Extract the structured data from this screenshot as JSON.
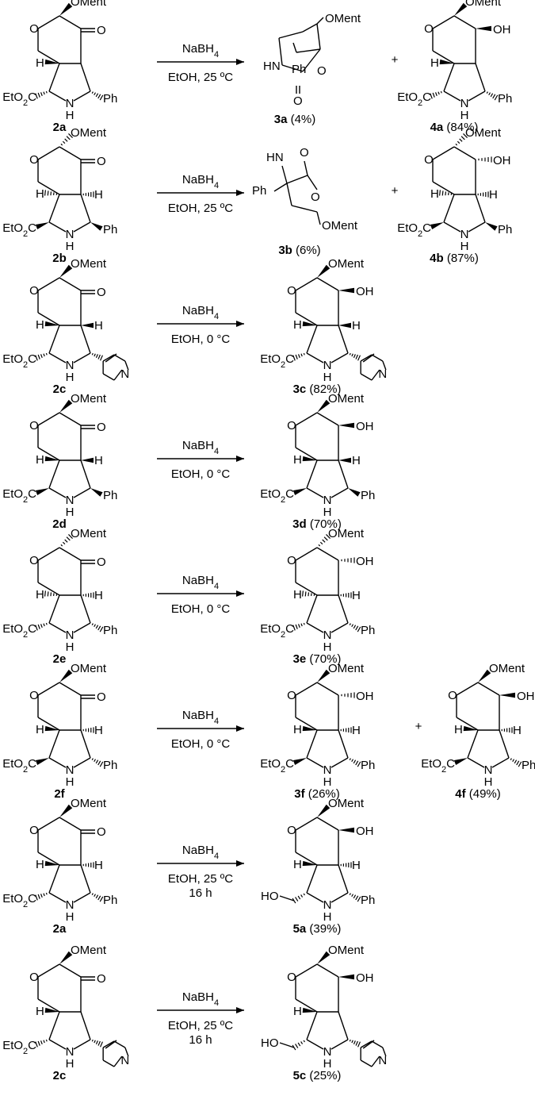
{
  "scheme": {
    "rows": [
      {
        "reactant": {
          "label": "2a",
          "alkoxy": "OMent",
          "carbonyl": "O",
          "ester": "EtO2C",
          "ring_h": "H",
          "amine": "N",
          "amine_h": "H",
          "aryl": "Ph"
        },
        "conditions": {
          "reagent": "NaBH4",
          "solvent_temp": "EtOH, 25 ºC",
          "time": ""
        },
        "products": [
          {
            "label": "3a",
            "yield": "(4%)",
            "texts": [
              "OMent",
              "HN",
              "Ph",
              "O",
              "O"
            ]
          },
          {
            "label": "4a",
            "yield": "(84%)",
            "alkoxy": "OMent",
            "hydroxyl": "OH",
            "ester": "EtO2C",
            "ring_h": "H",
            "amine": "N",
            "amine_h": "H",
            "aryl": "Ph"
          }
        ],
        "plus": "+"
      },
      {
        "reactant": {
          "label": "2b",
          "alkoxy": "OMent",
          "carbonyl": "O",
          "ester": "EtO2C",
          "ring_h": "H",
          "ring_h2": "H",
          "amine": "N",
          "amine_h": "H",
          "aryl": "Ph"
        },
        "conditions": {
          "reagent": "NaBH4",
          "solvent_temp": "EtOH, 25 ºC",
          "time": ""
        },
        "products": [
          {
            "label": "3b",
            "yield": "(6%)",
            "texts": [
              "HN",
              "O",
              "Ph",
              "O",
              "OMent"
            ]
          },
          {
            "label": "4b",
            "yield": "(87%)",
            "alkoxy": "OMent",
            "hydroxyl": "OH",
            "ester": "EtO2C",
            "ring_h": "H",
            "ring_h2": "H",
            "amine": "N",
            "amine_h": "H",
            "aryl": "Ph"
          }
        ],
        "plus": "+"
      },
      {
        "reactant": {
          "label": "2c",
          "alkoxy": "OMent",
          "carbonyl": "O",
          "ester": "EtO2C",
          "ring_h": "H",
          "ring_h2": "H",
          "amine": "N",
          "amine_h": "H",
          "aryl": "N"
        },
        "conditions": {
          "reagent": "NaBH4",
          "solvent_temp": "EtOH, 0 °C",
          "time": ""
        },
        "products": [
          {
            "label": "3c",
            "yield": "(82%)",
            "alkoxy": "OMent",
            "hydroxyl": "OH",
            "ester": "EtO2C",
            "ring_h": "H",
            "ring_h2": "H",
            "amine": "N",
            "amine_h": "H",
            "aryl": "N"
          }
        ]
      },
      {
        "reactant": {
          "label": "2d",
          "alkoxy": "OMent",
          "carbonyl": "O",
          "ester": "EtO2C",
          "ring_h": "H",
          "ring_h2": "H",
          "amine": "N",
          "amine_h": "H",
          "aryl": "Ph"
        },
        "conditions": {
          "reagent": "NaBH4",
          "solvent_temp": "EtOH, 0 °C",
          "time": ""
        },
        "products": [
          {
            "label": "3d",
            "yield": "(70%)",
            "alkoxy": "OMent",
            "hydroxyl": "OH",
            "ester": "EtO2C",
            "ring_h": "H",
            "ring_h2": "H",
            "amine": "N",
            "amine_h": "H",
            "aryl": "Ph"
          }
        ]
      },
      {
        "reactant": {
          "label": "2e",
          "alkoxy": "OMent",
          "carbonyl": "O",
          "ester": "EtO2C",
          "ring_h": "H",
          "ring_h2": "H",
          "amine": "N",
          "amine_h": "H",
          "aryl": "Ph"
        },
        "conditions": {
          "reagent": "NaBH4",
          "solvent_temp": "EtOH, 0 °C",
          "time": ""
        },
        "products": [
          {
            "label": "3e",
            "yield": "(70%)",
            "alkoxy": "OMent",
            "hydroxyl": "OH",
            "ester": "EtO2C",
            "ring_h": "H",
            "ring_h2": "H",
            "amine": "N",
            "amine_h": "H",
            "aryl": "Ph"
          }
        ]
      },
      {
        "reactant": {
          "label": "2f",
          "alkoxy": "OMent",
          "carbonyl": "O",
          "ester": "EtO2C",
          "ring_h": "H",
          "ring_h2": "H",
          "amine": "N",
          "amine_h": "H",
          "aryl": "Ph"
        },
        "conditions": {
          "reagent": "NaBH4",
          "solvent_temp": "EtOH, 0 °C",
          "time": ""
        },
        "products": [
          {
            "label": "3f",
            "yield": "(26%)",
            "alkoxy": "OMent",
            "hydroxyl": "OH",
            "ester": "EtO2C",
            "ring_h": "H",
            "ring_h2": "H",
            "amine": "N",
            "amine_h": "H",
            "aryl": "Ph"
          },
          {
            "label": "4f",
            "yield": "(49%)",
            "alkoxy": "OMent",
            "hydroxyl": "OH",
            "ester": "EtO2C",
            "ring_h": "H",
            "ring_h2": "H",
            "amine": "N",
            "amine_h": "H",
            "aryl": "Ph"
          }
        ],
        "plus": "+"
      },
      {
        "reactant": {
          "label": "2a",
          "alkoxy": "OMent",
          "carbonyl": "O",
          "ester": "EtO2C",
          "ring_h": "H",
          "ring_h2": "H",
          "amine": "N",
          "amine_h": "H",
          "aryl": "Ph"
        },
        "conditions": {
          "reagent": "NaBH4",
          "solvent_temp": "EtOH, 25 ºC",
          "time": "16 h"
        },
        "products": [
          {
            "label": "5a",
            "yield": "(39%)",
            "alkoxy": "OMent",
            "hydroxyl": "OH",
            "ester": "HO",
            "ring_h": "H",
            "ring_h2": "H",
            "amine": "N",
            "amine_h": "H",
            "aryl": "Ph"
          }
        ]
      },
      {
        "reactant": {
          "label": "2c",
          "alkoxy": "OMent",
          "carbonyl": "O",
          "ester": "EtO2C",
          "ring_h": "H",
          "amine": "N",
          "amine_h": "H",
          "aryl": "N"
        },
        "conditions": {
          "reagent": "NaBH4",
          "solvent_temp": "EtOH, 25 ºC",
          "time": "16 h"
        },
        "products": [
          {
            "label": "5c",
            "yield": "(25%)",
            "alkoxy": "OMent",
            "hydroxyl": "OH",
            "ester": "HO",
            "ring_h": "H",
            "amine": "N",
            "amine_h": "H",
            "aryl": "N"
          }
        ]
      }
    ]
  }
}
